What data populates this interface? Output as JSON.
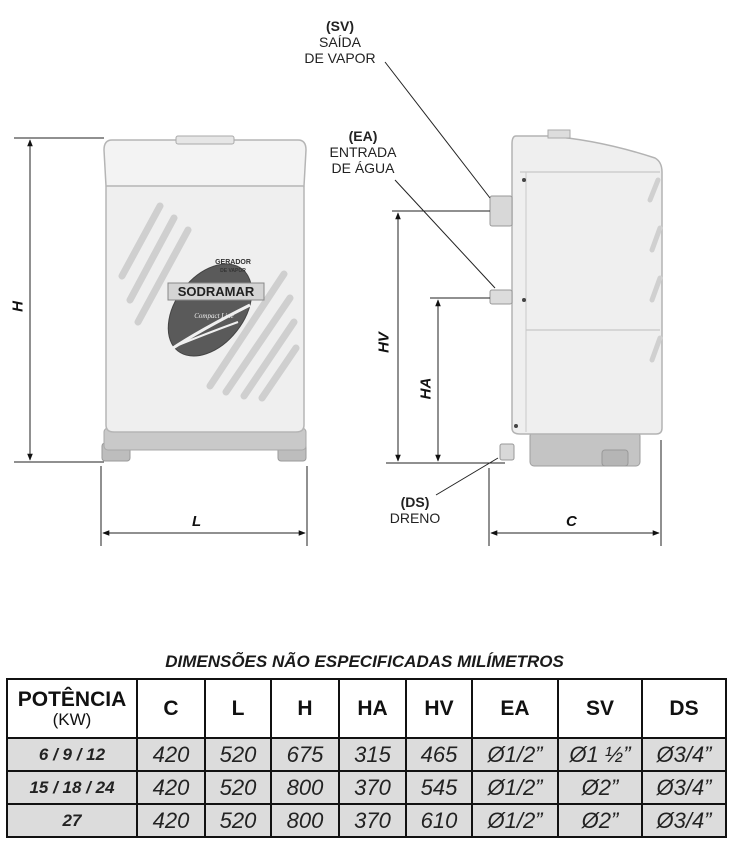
{
  "labels": {
    "sv_code": "(SV)",
    "sv_line1": "SAÍDA",
    "sv_line2": "DE VAPOR",
    "ea_code": "(EA)",
    "ea_line1": "ENTRADA",
    "ea_line2": "DE ÁGUA",
    "ds_code": "(DS)",
    "ds_line1": "DRENO"
  },
  "dimensions": {
    "h": "H",
    "l": "L",
    "hv": "HV",
    "ha": "HA",
    "c": "C"
  },
  "product": {
    "brand": "SODRAMAR",
    "badge_line1": "GERADOR",
    "badge_line2": "DE VAPOR",
    "script": "Compact Line"
  },
  "table": {
    "title": "DIMENSÕES NÃO ESPECIFICADAS MILÍMETROS",
    "header": {
      "power": "POTÊNCIA",
      "power_unit": "(KW)",
      "cols": [
        "C",
        "L",
        "H",
        "HA",
        "HV",
        "EA",
        "SV",
        "DS"
      ]
    },
    "rows": [
      {
        "power": "6 / 9 / 12",
        "cells": [
          "420",
          "520",
          "675",
          "315",
          "465",
          "Ø1/2”",
          "Ø1 ½”",
          "Ø3/4”"
        ]
      },
      {
        "power": "15 / 18 / 24",
        "cells": [
          "420",
          "520",
          "800",
          "370",
          "545",
          "Ø1/2”",
          "Ø2”",
          "Ø3/4”"
        ]
      },
      {
        "power": "27",
        "cells": [
          "420",
          "520",
          "800",
          "370",
          "610",
          "Ø1/2”",
          "Ø2”",
          "Ø3/4”"
        ]
      }
    ]
  }
}
